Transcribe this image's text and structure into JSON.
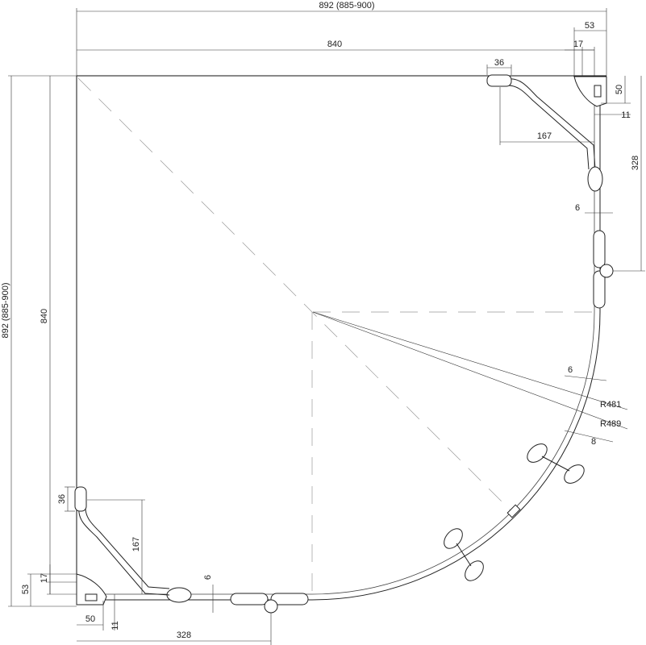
{
  "dimensions": {
    "top_overall": "892 (885-900)",
    "top_53": "53",
    "top_17": "17",
    "top_840": "840",
    "handle_36_top": "36",
    "right_50": "50",
    "right_11": "11",
    "right_167": "167",
    "right_328": "328",
    "right_6": "6",
    "left_overall": "892 (885-900)",
    "left_840": "840",
    "arc_6": "6",
    "r481": "R481",
    "r489": "R489",
    "arc_8": "8",
    "left_36": "36",
    "left_167": "167",
    "bottom_6": "6",
    "left_17": "17",
    "left_53": "53",
    "bottom_50": "50",
    "bottom_11": "11",
    "bottom_328": "328"
  }
}
